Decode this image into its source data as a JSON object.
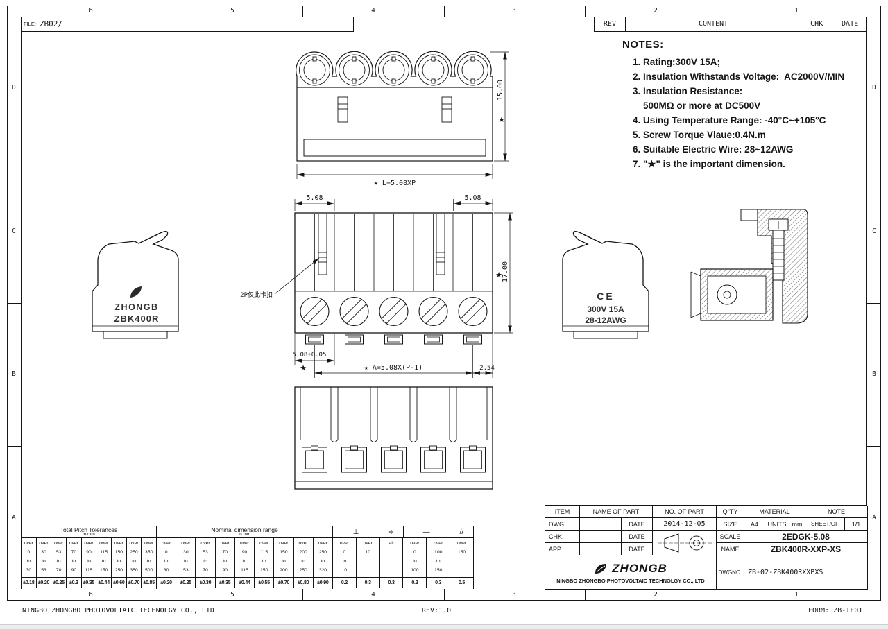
{
  "colors": {
    "ink": "#151515",
    "paper": "#ffffff"
  },
  "frame": {
    "file_label": "FILE:",
    "file_value": "ZB02/",
    "zone_columns": [
      "6",
      "5",
      "4",
      "3",
      "2",
      "1"
    ],
    "zone_rows": [
      "D",
      "C",
      "B",
      "A"
    ],
    "rev_header": {
      "rev": "REV",
      "content": "CONTENT",
      "chk": "CHK",
      "date": "DATE"
    }
  },
  "notes": {
    "title": "NOTES:",
    "items": [
      "1. Rating:300V 15A;",
      "2. Insulation Withstands Voltage:  AC2000V/MIN",
      "3. Insulation Resistance:",
      "    500MΩ or more at DC500V",
      "4. Using Temperature Range: -40°C~+105°C",
      "5. Screw Torque Vlaue:0.4N.m",
      "6. Suitable Electric Wire: 28~12AWG",
      "7. \"★\" is the important dimension."
    ]
  },
  "dims": {
    "star": "★",
    "top_height": "15.00",
    "top_length": "★ L=5.08XP",
    "front_pitch_left": "5.08",
    "front_pitch_right": "5.08",
    "front_height": "17.00",
    "front_pitch_tol": "5.08±0.05",
    "front_span": "★ A=5.08X(P-1)",
    "front_half_pitch": "2.54",
    "latch_note": "2P仅此卡扣"
  },
  "side_left": {
    "brand": "ZHONGB",
    "model": "ZBK400R"
  },
  "side_right": {
    "ce_mark": "CE",
    "rating_line1": "300V 15A",
    "rating_line2": "28-12AWG"
  },
  "tables": {
    "pitch": {
      "title": "Total Pitch Tolerances",
      "unit": "in mm",
      "cols": [
        "over\n0\nto\n30",
        "over\n30\nto\n53",
        "over\n53\nto\n70",
        "over\n70\nto\n90",
        "over\n90\nto\n115",
        "over\n115\nto\n150",
        "over\n150\nto\n250",
        "over\n250\nto\n350",
        "over\n350\nto\n500"
      ],
      "vals": [
        "±0.18",
        "±0.20",
        "±0.25",
        "±0.3",
        "±0.35",
        "±0.44",
        "±0.60",
        "±0.70",
        "±0.85"
      ]
    },
    "nominal": {
      "title": "Nominal dimension range",
      "unit": "in mm",
      "cols": [
        "over\n0\nto\n30",
        "over\n30\nto\n53",
        "over\n53\nto\n70",
        "over\n70\nto\n90",
        "over\n90\nto\n115",
        "over\n115\nto\n150",
        "over\n150\nto\n200",
        "over\n200\nto\n250",
        "over\n250\nto\n320"
      ],
      "vals": [
        "±0.20",
        "±0.25",
        "±0.30",
        "±0.35",
        "±0.44",
        "±0.55",
        "±0.70",
        "±0.80",
        "±0.90"
      ]
    },
    "geom": {
      "symbols": [
        "⊥",
        "≑",
        "—",
        "//"
      ],
      "cols": [
        "over\n0\nto\n10",
        "over\n10",
        "all",
        "over\n0\nto\n100",
        "over\n100\nto\n150",
        "over\n150"
      ],
      "vals": [
        "0.2",
        "0.3",
        "0.3",
        "0.2",
        "0.3",
        "0.5"
      ]
    }
  },
  "title_block": {
    "item": "ITEM",
    "name_of_part": "NAME OF PART",
    "no_of_part": "NO. OF PART",
    "qty": "Q\"TY",
    "material": "MATERIAL",
    "note": "NOTE",
    "dwg": "DWG.",
    "chk": "CHK.",
    "app": "APP.",
    "date": "DATE",
    "date_value": "2014-12-05",
    "size": "SIZE",
    "size_value": "A4",
    "units": "UNITS",
    "units_value": "mm",
    "sheet": "SHEET/OF",
    "sheet_value": "1/1",
    "scale": "SCALE",
    "series": "2EDGK-5.08",
    "name": "NAME",
    "name_value": "ZBK400R-XXP-XS",
    "brand": "ZHONGB",
    "company": "NINGBO ZHONGBO PHOTOVOLTAIC TECHNOLGY CO., LTD",
    "dwgno": "DWGNO.",
    "dwgno_value": "ZB-02-ZBK400RXXPXS"
  },
  "footer": {
    "company": "NINGBO ZHONGBO PHOTOVOLTAIC TECHNOLGY CO., LTD",
    "rev": "REV:1.0",
    "form": "FORM: ZB-TF01"
  }
}
